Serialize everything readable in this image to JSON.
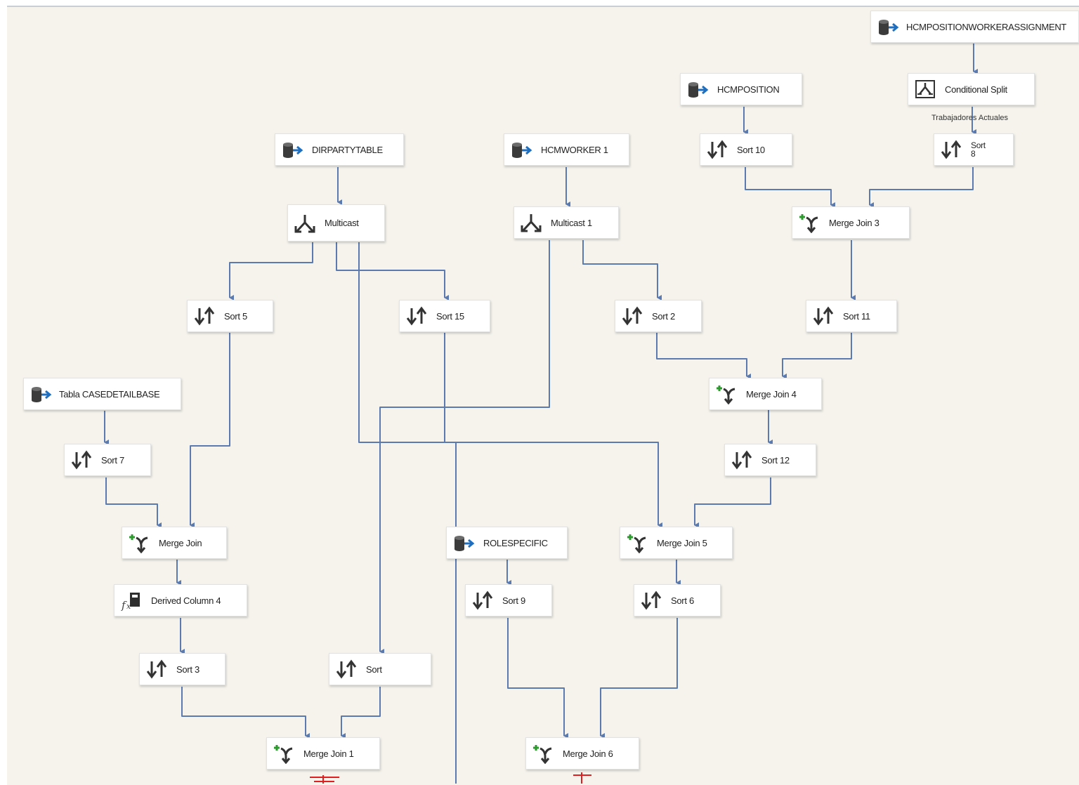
{
  "components": {
    "hcmpositionworkerassignment": {
      "label": "HCMPOSITIONWORKERASSIGNMENT",
      "icon": "source-icon"
    },
    "hcmposition": {
      "label": "HCMPOSITION",
      "icon": "source-icon"
    },
    "conditional_split": {
      "label": "Conditional Split",
      "icon": "conditional-split-icon"
    },
    "dirpartytable": {
      "label": "DIRPARTYTABLE",
      "icon": "source-icon"
    },
    "hcmworker1": {
      "label": "HCMWORKER 1",
      "icon": "source-icon"
    },
    "sort10": {
      "label": "Sort 10",
      "icon": "sort-icon"
    },
    "sort8": {
      "label": "Sort 8",
      "icon": "sort-icon"
    },
    "multicast": {
      "label": "Multicast",
      "icon": "multicast-icon"
    },
    "multicast1": {
      "label": "Multicast 1",
      "icon": "multicast-icon"
    },
    "mergejoin3": {
      "label": "Merge Join 3",
      "icon": "merge-join-icon"
    },
    "sort5": {
      "label": "Sort 5",
      "icon": "sort-icon"
    },
    "sort15": {
      "label": "Sort 15",
      "icon": "sort-icon"
    },
    "sort2": {
      "label": "Sort 2",
      "icon": "sort-icon"
    },
    "sort11": {
      "label": "Sort 11",
      "icon": "sort-icon"
    },
    "tabla_casedetailbase": {
      "label": "Tabla CASEDETAILBASE",
      "icon": "source-icon"
    },
    "mergejoin4": {
      "label": "Merge Join 4",
      "icon": "merge-join-icon"
    },
    "sort7": {
      "label": "Sort 7",
      "icon": "sort-icon"
    },
    "sort12": {
      "label": "Sort 12",
      "icon": "sort-icon"
    },
    "mergejoin": {
      "label": "Merge Join",
      "icon": "merge-join-icon"
    },
    "rolespecific": {
      "label": "ROLESPECIFIC",
      "icon": "source-icon"
    },
    "mergejoin5": {
      "label": "Merge Join 5",
      "icon": "merge-join-icon"
    },
    "derivedcolumn4": {
      "label": "Derived Column 4",
      "icon": "derived-column-icon"
    },
    "sort9": {
      "label": "Sort 9",
      "icon": "sort-icon"
    },
    "sort6": {
      "label": "Sort 6",
      "icon": "sort-icon"
    },
    "sort3": {
      "label": "Sort 3",
      "icon": "sort-icon"
    },
    "sort": {
      "label": "Sort",
      "icon": "sort-icon"
    },
    "mergejoin1": {
      "label": "Merge Join 1",
      "icon": "merge-join-icon"
    },
    "mergejoin6": {
      "label": "Merge Join 6",
      "icon": "merge-join-icon"
    }
  },
  "path_labels": {
    "conditional_split_output": "Trabajadores Actuales"
  },
  "colors": {
    "canvas": "#f5f3ec",
    "wire": "#5b7bb0",
    "error_marker": "#e02020",
    "merge_plus": "#2c9a2c",
    "source_arrow": "#1f6fc0"
  }
}
